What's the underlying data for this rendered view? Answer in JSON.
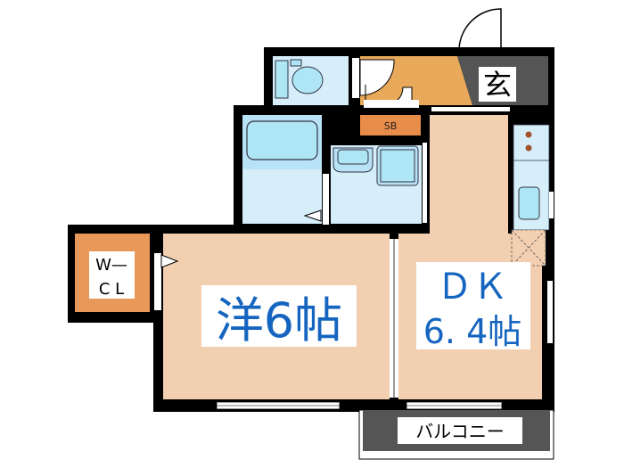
{
  "floor_plan": {
    "rooms": {
      "western_room": {
        "label": "洋6帖"
      },
      "dk": {
        "label_line1": "ＤＫ",
        "label_line2": "6. 4帖"
      },
      "walk_in_closet": {
        "label_line1": "W—",
        "label_line2": "C L"
      },
      "entrance": {
        "label": "玄"
      },
      "shoe_box": {
        "label": "SB"
      },
      "balcony": {
        "label": "バルコニー"
      }
    },
    "colors": {
      "wall": "#000000",
      "room_floor": "#f2cfb0",
      "wet_area": "#d6eefa",
      "fixture": "#aee6f5",
      "hall": "#e8a95a",
      "closet": "#e8995a",
      "shoe_box": "#e88c4a",
      "entrance": "#555555",
      "balcony": "#555555",
      "label_text": "#1565c0"
    }
  }
}
